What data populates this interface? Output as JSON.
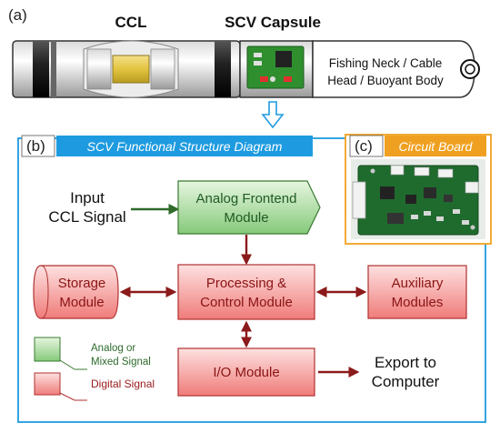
{
  "panel_a": {
    "letter": "(a)",
    "ccl_label": "CCL",
    "scv_label": "SCV Capsule",
    "head_line1": "Fishing Neck / Cable",
    "head_line2": "Head / Buoyant Body"
  },
  "panel_b": {
    "letter": "(b)",
    "title": "SCV Functional Structure Diagram",
    "input_line1": "Input",
    "input_line2": "CCL Signal",
    "analog_line1": "Analog Frontend",
    "analog_line2": "Module",
    "storage_line1": "Storage",
    "storage_line2": "Module",
    "processing_line1": "Processing &",
    "processing_line2": "Control Module",
    "auxiliary_line1": "Auxiliary",
    "auxiliary_line2": "Modules",
    "io_label": "I/O Module",
    "export_line1": "Export to",
    "export_line2": "Computer",
    "legend_green_line1": "Analog or",
    "legend_green_line2": "Mixed Signal",
    "legend_red": "Digital Signal"
  },
  "panel_c": {
    "letter": "(c)",
    "title": "Circuit Board"
  },
  "colors": {
    "blue_frame": "#1e9be0",
    "orange_frame": "#f0a020",
    "green_fill": "#a9dca0",
    "red_fill": "#f08a88",
    "dark_red_arrow": "#8b1a1a",
    "dark_green_arrow": "#2f6b2a"
  }
}
